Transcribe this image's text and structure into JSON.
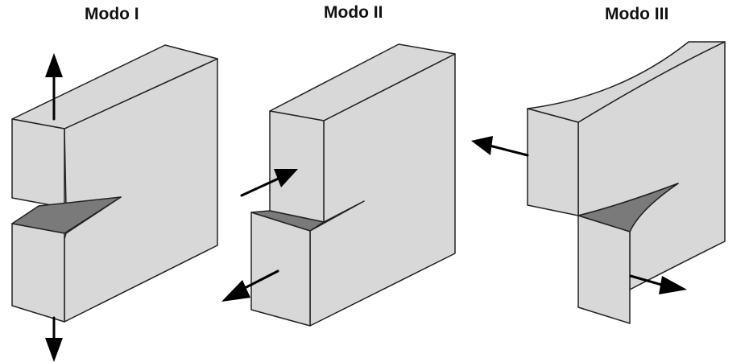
{
  "titles": {
    "mode1": "Modo I",
    "mode2": "Modo II",
    "mode3": "Modo III"
  },
  "colors": {
    "face": "#d8d8d8",
    "crack": "#7a7a7a",
    "edge": "#222222",
    "arrow": "#000000"
  }
}
